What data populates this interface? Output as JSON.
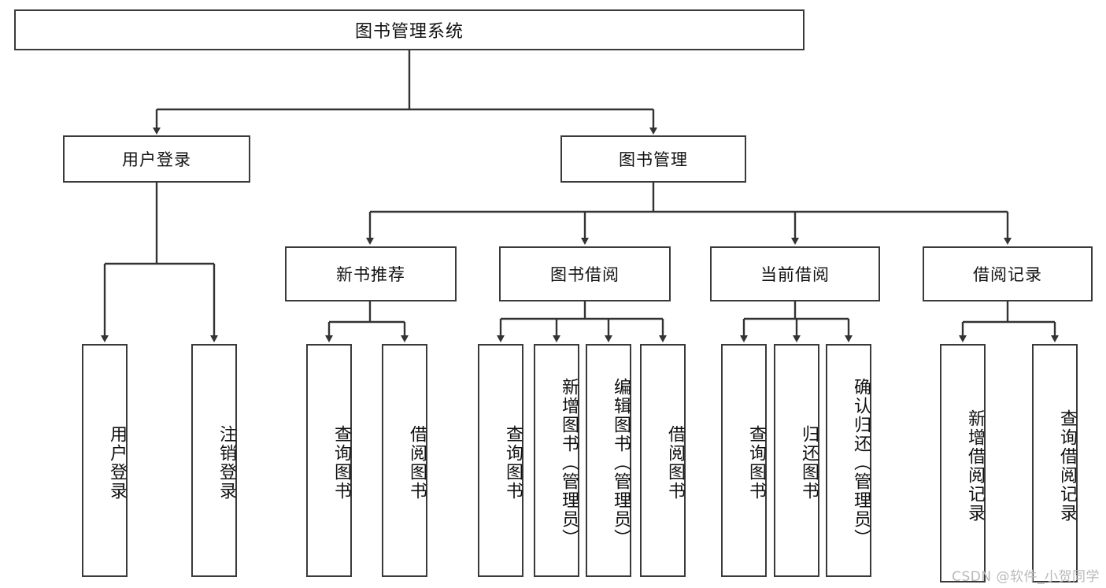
{
  "diagram": {
    "title": "图书管理系统",
    "type": "hierarchy-tree",
    "watermark": "CSDN @软件_小贺同学",
    "colors": {
      "box_border": "#3a3a3a",
      "box_fill": "#ffffff",
      "connector": "#333333",
      "watermark": "#b9b9b9"
    },
    "levels": {
      "root": {
        "label": "图书管理系统"
      },
      "level2": [
        {
          "label": "用户登录"
        },
        {
          "label": "图书管理"
        }
      ],
      "level3": [
        {
          "label": "新书推荐"
        },
        {
          "label": "图书借阅"
        },
        {
          "label": "当前借阅"
        },
        {
          "label": "借阅记录"
        }
      ],
      "leaves": {
        "user_login": [
          {
            "label": "用户登录"
          },
          {
            "label": "注销登录"
          }
        ],
        "new_book_recommend": [
          {
            "label": "查询图书"
          },
          {
            "label": "借阅图书"
          }
        ],
        "book_borrow": [
          {
            "label": "查询图书"
          },
          {
            "label": "新增图书（管理员）"
          },
          {
            "label": "编辑图书（管理员）"
          },
          {
            "label": "借阅图书"
          }
        ],
        "current_borrow": [
          {
            "label": "查询图书"
          },
          {
            "label": "归还图书"
          },
          {
            "label": "确认归还（管理员）"
          }
        ],
        "borrow_record": [
          {
            "label": "新增借阅记录"
          },
          {
            "label": "查询借阅记录"
          }
        ]
      }
    }
  }
}
